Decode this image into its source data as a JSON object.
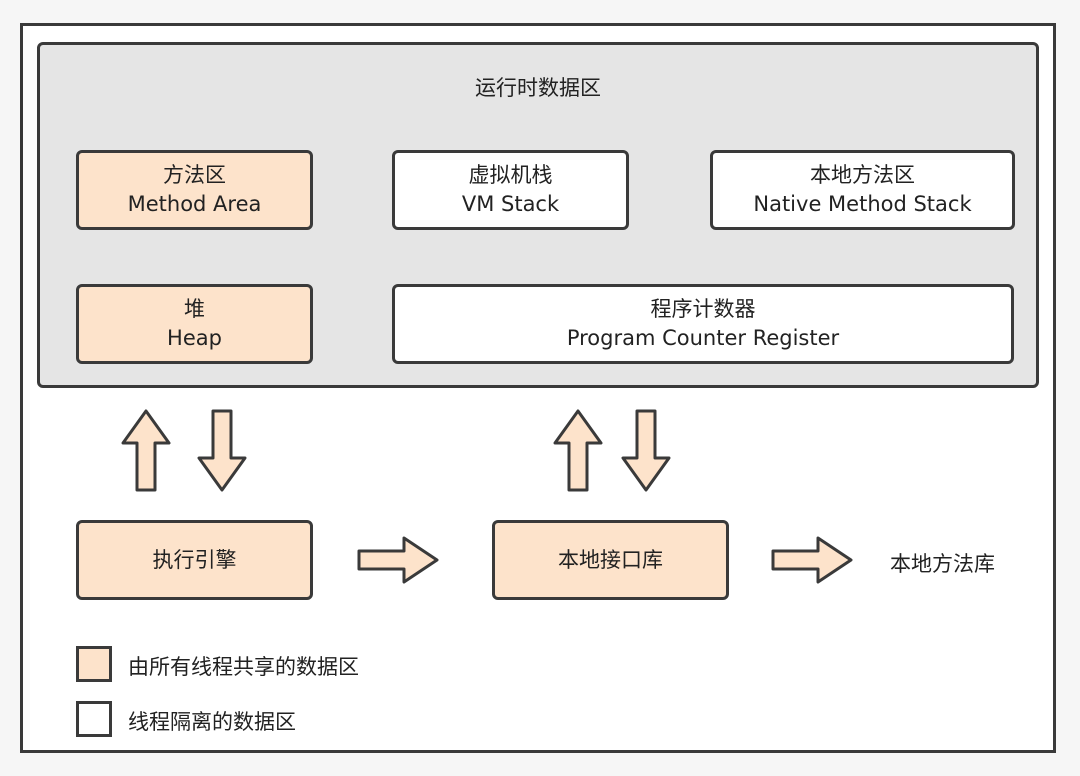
{
  "runtime_area": {
    "title": "运行时数据区",
    "method_area": {
      "cn": "方法区",
      "en": "Method Area"
    },
    "vm_stack": {
      "cn": "虚拟机栈",
      "en": "VM Stack"
    },
    "native_method_stack": {
      "cn": "本地方法区",
      "en": "Native Method Stack"
    },
    "heap": {
      "cn": "堆",
      "en": "Heap"
    },
    "program_counter": {
      "cn": "程序计数器",
      "en": "Program Counter Register"
    }
  },
  "execution_engine": "执行引擎",
  "native_interface": "本地接口库",
  "native_library": "本地方法库",
  "legend": {
    "shared": "由所有线程共享的数据区",
    "isolated": "线程隔离的数据区"
  },
  "colors": {
    "shared_fill": "#fde3cb",
    "isolated_fill": "#ffffff",
    "border": "#3a3a3a",
    "runtime_area_fill": "#e5e5e5"
  }
}
